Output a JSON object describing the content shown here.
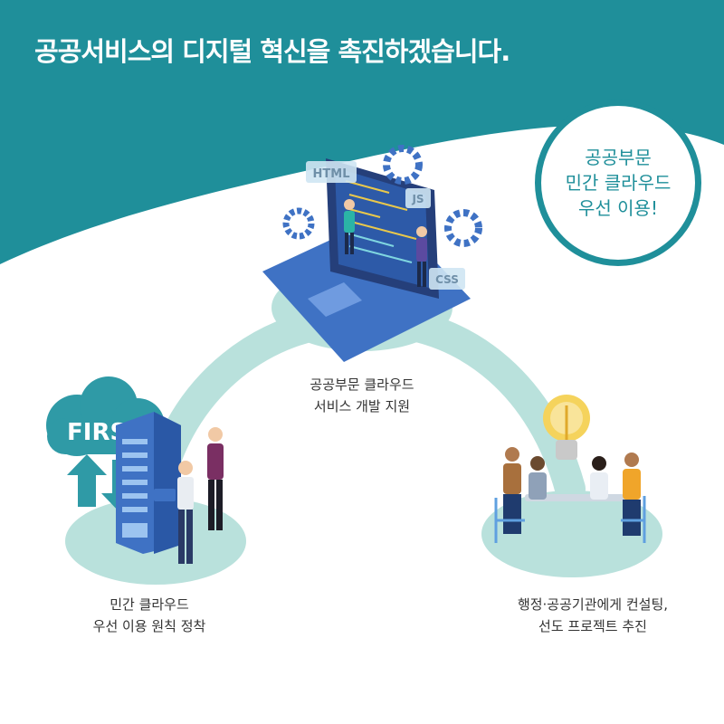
{
  "header": {
    "title": "공공서비스의 디지털 혁신을 촉진하겠습니다."
  },
  "badge": {
    "text": "공공부문\n민간 클라우드\n우선 이용!"
  },
  "illustration": {
    "laptop_labels": {
      "html": "HTML",
      "js": "JS",
      "css": "CSS"
    },
    "cloud_label": "FIRST"
  },
  "captions": {
    "center": "공공부문 클라우드\n서비스 개발 지원",
    "left": "민간 클라우드\n우선 이용 원칙 정착",
    "right": "행정·공공기관에게 컨설팅,\n선도 프로젝트 추진"
  },
  "colors": {
    "teal": "#1f8f9a",
    "mint": "#b9e1dc",
    "blue": "#3f72c4",
    "white": "#ffffff"
  }
}
